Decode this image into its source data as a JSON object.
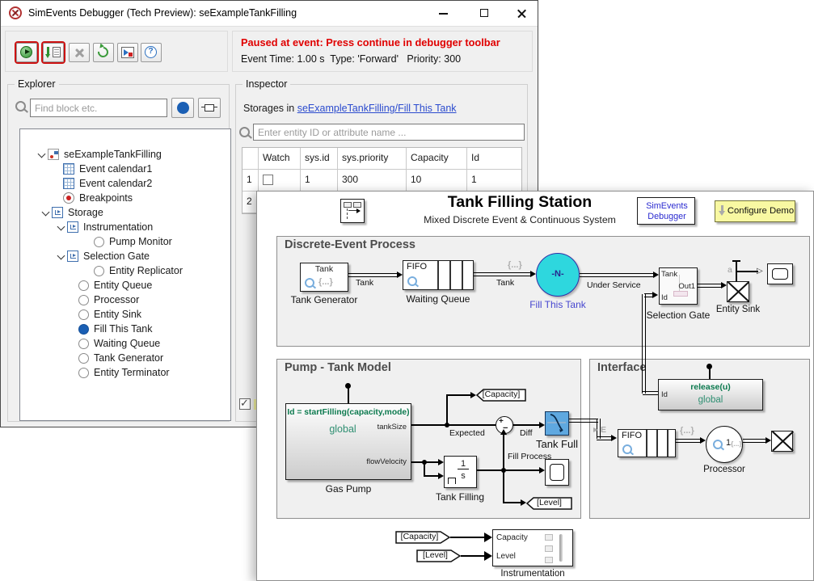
{
  "colors": {
    "accent_blue": "#1a5fb4",
    "link_blue": "#2b4bce",
    "status_red": "#e00000",
    "entity_cyan": "#2ed7de",
    "storage_label_blue": "#4545cf",
    "code_green": "#0d7a4f",
    "scope_teal": "#2f8f72",
    "tank_full_blue": "#5fa8e0",
    "demo_yellow": "#f8f8a2",
    "magnifier_blue": "#79aede",
    "section_gray": "#f0f0f0"
  },
  "icons": [
    "simevents-app-icon",
    "minimize-icon",
    "maximize-icon",
    "close-icon",
    "run-icon",
    "step-icon",
    "stop-icon",
    "continue-icon",
    "show-block-icon",
    "help-icon",
    "search-icon",
    "chevron-down-icon",
    "model-icon",
    "calendar-icon",
    "breakpoint-icon",
    "subsystem-icon",
    "storage-circle-icon",
    "block-ports-icon",
    "model-info-icon",
    "magnifier-icon",
    "event-dot"
  ],
  "window": {
    "title": "SimEvents Debugger (Tech Preview): seExampleTankFilling"
  },
  "toolbar": {
    "buttons": [
      {
        "name": "run",
        "highlighted": true
      },
      {
        "name": "step",
        "highlighted": true
      },
      {
        "name": "stop",
        "highlighted": false
      },
      {
        "name": "continue",
        "highlighted": false
      },
      {
        "name": "show-in-model",
        "highlighted": false
      },
      {
        "name": "help",
        "highlighted": false
      }
    ]
  },
  "status": {
    "line1": "Paused at event: Press continue in debugger toolbar",
    "event_time_label": "Event Time:",
    "event_time_value": "1.00 s",
    "type_label": "Type:",
    "type_value": "'Forward'",
    "priority_label": "Priority:",
    "priority_value": "300"
  },
  "explorer": {
    "title": "Explorer",
    "search_placeholder": "Find block etc.",
    "tree": [
      {
        "label": "seExampleTankFilling",
        "icon": "model-icon"
      },
      {
        "label": "Event calendar1",
        "icon": "calendar-icon"
      },
      {
        "label": "Event calendar2",
        "icon": "calendar-icon"
      },
      {
        "label": "Breakpoints",
        "icon": "breakpoint-icon"
      },
      {
        "label": "Storage",
        "icon": "subsystem-icon"
      },
      {
        "label": "Instrumentation",
        "icon": "subsystem-icon"
      },
      {
        "label": "Pump Monitor",
        "icon": "storage-circle-icon"
      },
      {
        "label": "Selection Gate",
        "icon": "subsystem-icon"
      },
      {
        "label": "Entity Replicator",
        "icon": "storage-circle-icon"
      },
      {
        "label": "Entity Queue",
        "icon": "storage-circle-icon"
      },
      {
        "label": "Processor",
        "icon": "storage-circle-icon"
      },
      {
        "label": "Entity Sink",
        "icon": "storage-circle-icon"
      },
      {
        "label": "Fill This Tank",
        "icon": "storage-circle-icon-filled"
      },
      {
        "label": "Waiting Queue",
        "icon": "storage-circle-icon"
      },
      {
        "label": "Tank Generator",
        "icon": "storage-circle-icon"
      },
      {
        "label": "Entity Terminator",
        "icon": "storage-circle-icon"
      }
    ]
  },
  "inspector": {
    "title": "Inspector",
    "storages_label": "Storages in",
    "storages_link": "seExampleTankFilling/Fill This Tank",
    "search_placeholder": "Enter entity ID or attribute name ...",
    "table": {
      "headers": [
        "",
        "Watch",
        "sys.id",
        "sys.priority",
        "Capacity",
        "Id"
      ],
      "rows": [
        {
          "num": "1",
          "watch": false,
          "sys_id": "1",
          "sys_priority": "300",
          "capacity": "10",
          "id": "1"
        },
        {
          "num": "2",
          "watch": false,
          "sys_id": "",
          "sys_priority": "",
          "capacity": "",
          "id": ""
        }
      ]
    },
    "bottom_checkbox_checked": true
  },
  "model": {
    "title": "Tank Filling Station",
    "subtitle": "Mixed Discrete Event & Continuous System",
    "buttons": {
      "simevents_debugger": "SimEvents Debugger",
      "configure_demo": "Configure Demo"
    },
    "badge": "{...}",
    "sections": {
      "discrete_event": "Discrete-Event Process",
      "pump_tank": "Pump - Tank Model",
      "interface": "Interface"
    },
    "discrete": {
      "tank_generator": {
        "port_top": "Tank",
        "label": "Tank Generator"
      },
      "signal_tank1": "Tank",
      "waiting_queue": {
        "port_top": "FIFO",
        "label": "Waiting Queue"
      },
      "signal_tank2": "Tank",
      "fill_this_tank": {
        "text": "-N-",
        "label": "Fill This Tank"
      },
      "signal_under_service": "Under Service",
      "selection_gate": {
        "port_tank": "Tank",
        "port_id": "Id",
        "port_out": "Out1",
        "label": "Selection Gate"
      },
      "entity_sink": {
        "label": "Entity Sink",
        "signal_a": "a"
      }
    },
    "pump": {
      "gas_pump": {
        "code": "Id = startFilling(capacity,mode)",
        "scope": "global",
        "port_tanksize": "tankSize",
        "port_flowvelocity": "flowVelocity",
        "label": "Gas Pump"
      },
      "goto_capacity": "[Capacity]",
      "signal_expected": "Expected",
      "sum_plus": "+",
      "sum_minus": "−",
      "signal_diff": "Diff",
      "tank_full": {
        "label": "Tank Full"
      },
      "signal_fill_process": "Fill Process",
      "tank_filling": {
        "numerator": "1",
        "denominator": "s",
        "label": "Tank Filling"
      },
      "goto_level": "[Level]"
    },
    "interface": {
      "release": {
        "code": "release(u)",
        "scope": "global",
        "port_id": "Id"
      },
      "fifo": {
        "port_top": "FIFO",
        "event_label": "E"
      },
      "processor": {
        "count": "1",
        "label": "Processor"
      }
    },
    "instrumentation": {
      "from_capacity": "[Capacity]",
      "from_level": "[Level]",
      "port_capacity": "Capacity",
      "port_level": "Level",
      "label": "Instrumentation"
    }
  }
}
